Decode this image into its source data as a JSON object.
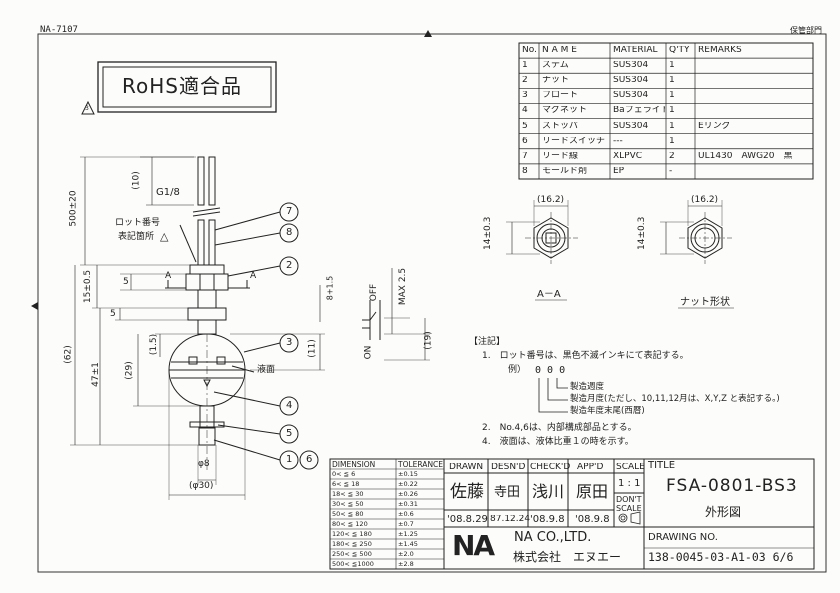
{
  "header": {
    "drawing_code": "NA-7107",
    "dept_stamp": "保管部門"
  },
  "rohs": "RoHS適合品",
  "parts": {
    "headers": [
      "No.",
      "N A M E",
      "MATERIAL",
      "Q'TY",
      "REMARKS"
    ],
    "rows": [
      [
        "1",
        "ステム",
        "SUS304",
        "1",
        ""
      ],
      [
        "2",
        "ナット",
        "SUS304",
        "1",
        ""
      ],
      [
        "3",
        "フロート",
        "SUS304",
        "1",
        ""
      ],
      [
        "4",
        "マグネット",
        "Baフェライト",
        "1",
        ""
      ],
      [
        "5",
        "ストッパ",
        "SUS304",
        "1",
        "Eリング"
      ],
      [
        "6",
        "リードスイッチ",
        "---",
        "1",
        ""
      ],
      [
        "7",
        "リード線",
        "XLPVC",
        "2",
        "UL1430　AWG20　黒"
      ],
      [
        "8",
        "モールド剤",
        "EP",
        "-",
        ""
      ]
    ]
  },
  "dims": {
    "lead_len": "(10)",
    "total_len": "500±20",
    "thread": "G1/8",
    "lot_label1": "ロット番号",
    "lot_label2": "表記箇所",
    "nut_h": "15±0.5",
    "d5a": "5",
    "d5b": "5",
    "len62": "(62)",
    "len47": "47±1",
    "len29": "(29)",
    "len15": "(1.5)",
    "len11": "(11)",
    "len19": "(19)",
    "stroke": "8+1.5",
    "max25": "MAX 2.5",
    "off": "OFF",
    "on": "ON",
    "ekimen": "液面",
    "phi8": "φ8",
    "phi30": "(φ30)",
    "sec_a": "A",
    "balloons": [
      "7",
      "8",
      "2",
      "3",
      "4",
      "5",
      "1",
      "6"
    ],
    "aa_w": "(16.2)",
    "aa_h": "14±0.3",
    "aa_label": "A－A",
    "nut_w": "(16.2)",
    "nut_h2": "14±0.3",
    "nut_label": "ナット形状"
  },
  "notes": {
    "title": "【注記】",
    "n1": "1.　ロット番号は、黒色不滅インキにて表記する。",
    "ex": "例）",
    "zeros": "0 0 0",
    "l1": "製造週度",
    "l2": "製造月度(ただし、10,11,12月は、X,Y,Z と表記する。)",
    "l3": "製造年度末尾(西暦)",
    "n2": "2.　No.4,6は、内部構成部品とする。",
    "n4": "4.　液面は、液体比重１の時を示す。"
  },
  "tolerance": {
    "headers": [
      "DIMENSION",
      "TOLERANCE"
    ],
    "rows": [
      [
        "0< ≦ 6",
        "±0.15"
      ],
      [
        "6< ≦ 18",
        "±0.22"
      ],
      [
        "18< ≦ 30",
        "±0.26"
      ],
      [
        "30< ≦ 50",
        "±0.31"
      ],
      [
        "50< ≦ 80",
        "±0.6"
      ],
      [
        "80< ≦ 120",
        "±0.7"
      ],
      [
        "120< ≦ 180",
        "±1.25"
      ],
      [
        "180< ≦ 250",
        "±1.45"
      ],
      [
        "250< ≦ 500",
        "±2.0"
      ],
      [
        "500< ≦1000",
        "±2.8"
      ]
    ]
  },
  "titleblock": {
    "drawn": "DRAWN",
    "desnd": "DESN'D",
    "checkd": "CHECK'D",
    "appd": "APP'D",
    "scale": "SCALE",
    "scale_val": "1 : 1",
    "dont_scale1": "DON'T",
    "dont_scale2": "SCALE",
    "sig_drawn": "佐藤",
    "sig_desnd": "寺田",
    "sig_checkd": "浅川",
    "sig_appd": "原田",
    "date_drawn": "'08.8.29",
    "date_desnd": "87.12.24",
    "date_checkd": "'08.9.8",
    "date_appd": "'08.9.8",
    "title_label": "TITLE",
    "title_main": "FSA-0801-BS3",
    "title_sub": "外形図",
    "logo": "NA",
    "company_en": "NA CO.,LTD.",
    "company_jp": "株式会社　エヌエー",
    "drawing_no_label": "DRAWING NO.",
    "drawing_no": "138-0045-03-A1-03 6/6"
  }
}
